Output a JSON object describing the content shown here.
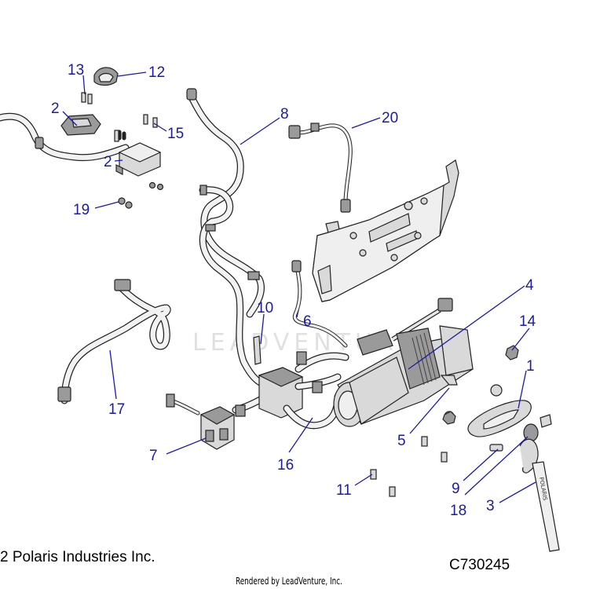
{
  "watermark": "LEADVENTURE",
  "callouts": [
    {
      "id": "13",
      "label": "13"
    },
    {
      "id": "12",
      "label": "12"
    },
    {
      "id": "2a",
      "label": "2"
    },
    {
      "id": "15",
      "label": "15"
    },
    {
      "id": "2b",
      "label": "2"
    },
    {
      "id": "8",
      "label": "8"
    },
    {
      "id": "20",
      "label": "20"
    },
    {
      "id": "19",
      "label": "19"
    },
    {
      "id": "4",
      "label": "4"
    },
    {
      "id": "10",
      "label": "10"
    },
    {
      "id": "6",
      "label": "6"
    },
    {
      "id": "14",
      "label": "14"
    },
    {
      "id": "1",
      "label": "1"
    },
    {
      "id": "17",
      "label": "17"
    },
    {
      "id": "5",
      "label": "5"
    },
    {
      "id": "7",
      "label": "7"
    },
    {
      "id": "16",
      "label": "16"
    },
    {
      "id": "9",
      "label": "9"
    },
    {
      "id": "11",
      "label": "11"
    },
    {
      "id": "18",
      "label": "18"
    },
    {
      "id": "3",
      "label": "3"
    }
  ],
  "footer": {
    "copyright": "2 Polaris Industries Inc.",
    "diagram_code": "C730245",
    "rendered_by": "Rendered by LeadVenture, Inc."
  }
}
